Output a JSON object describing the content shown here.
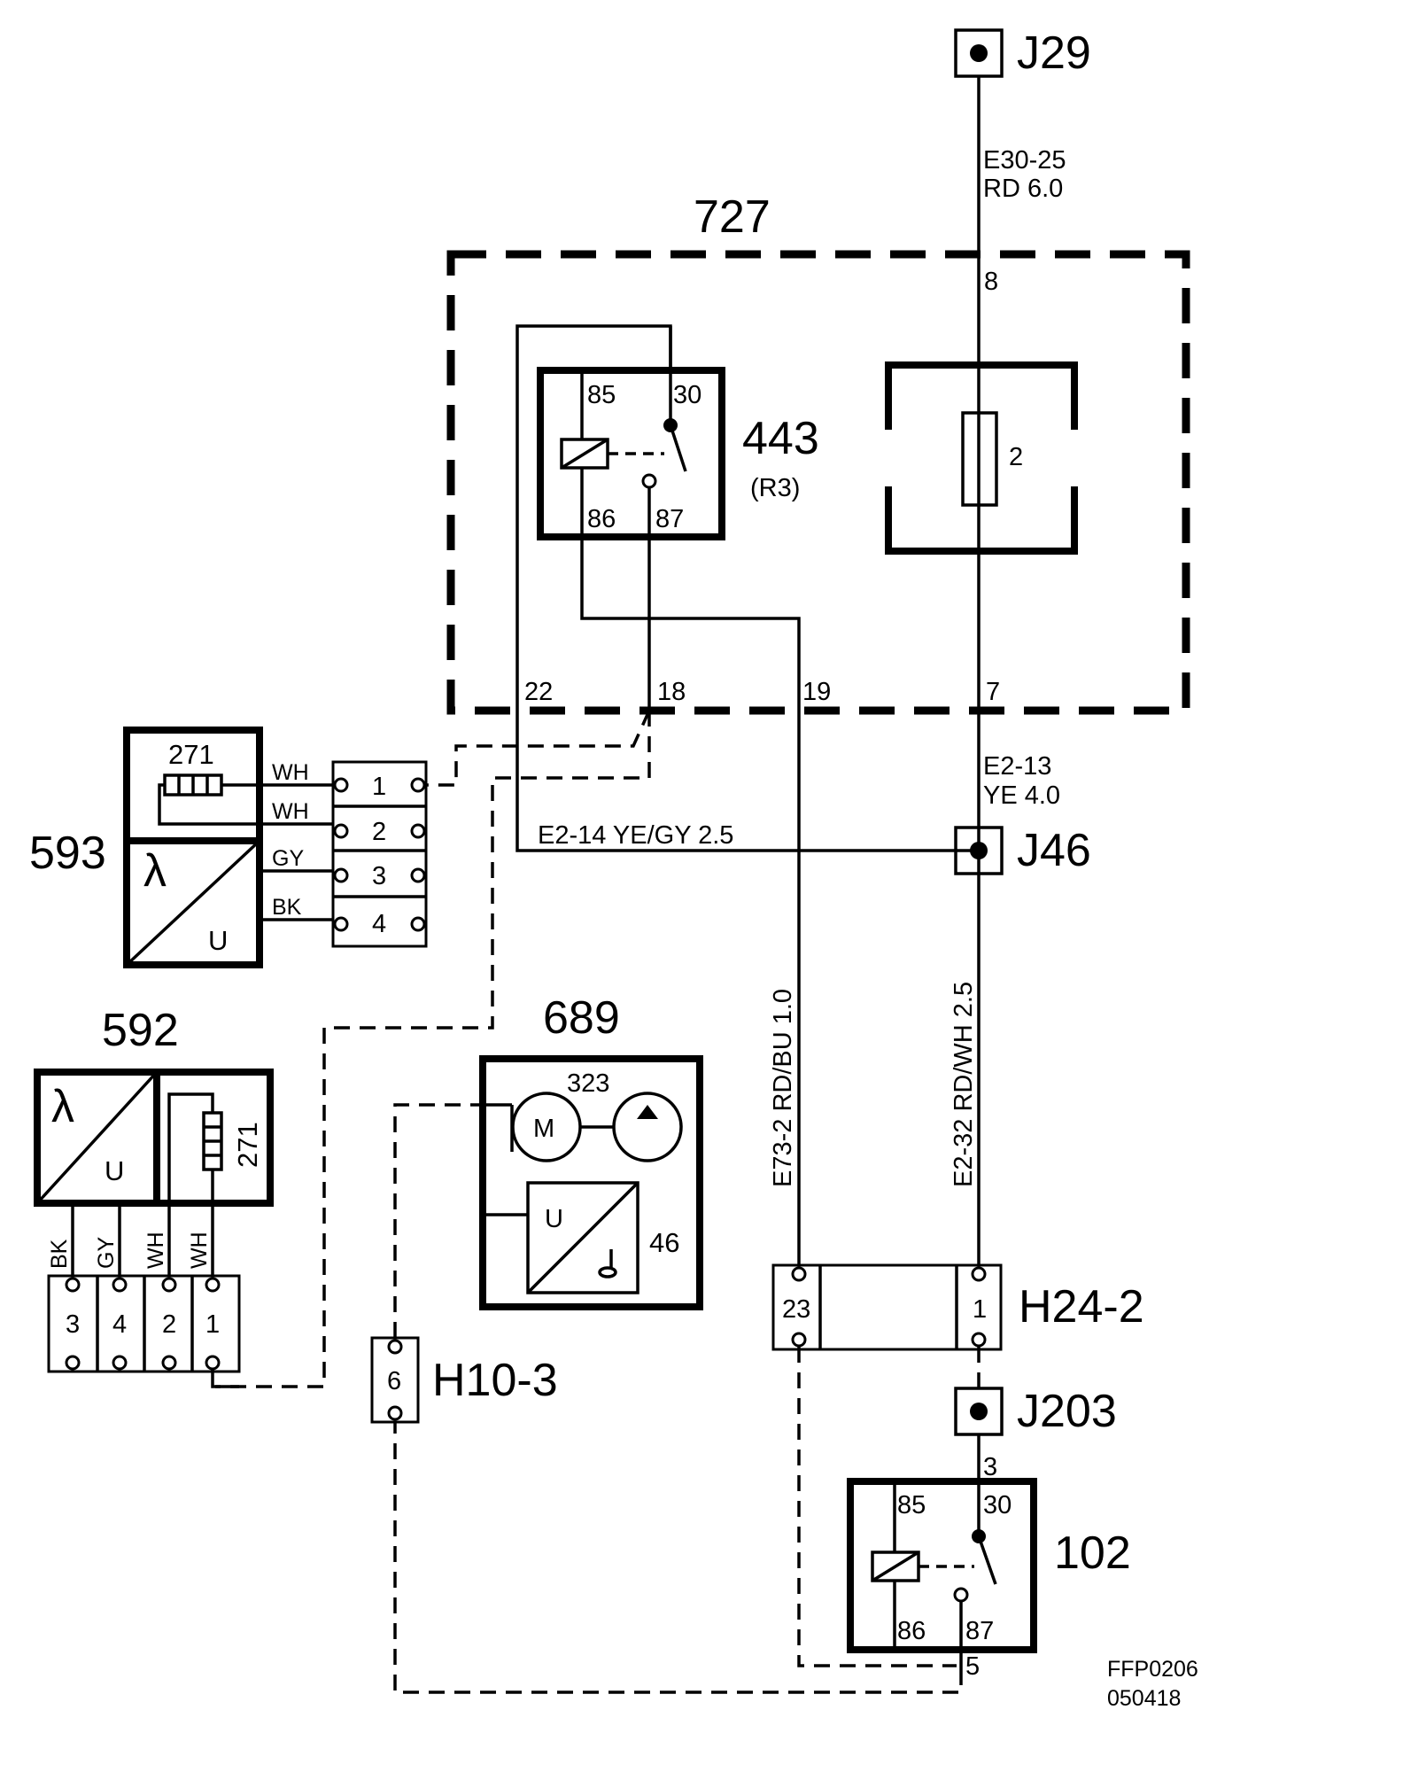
{
  "diagram": {
    "code": "FFP0206",
    "date": "050418",
    "components": {
      "j29": "J29",
      "j46": "J46",
      "j203": "J203",
      "c727": "727",
      "c443": "443",
      "c443_sub": "(R3)",
      "c102": "102",
      "c593": "593",
      "c592": "592",
      "c689": "689",
      "c323": "323",
      "c46": "46",
      "c271": "271",
      "h10_3": "H10-3",
      "h24_2": "H24-2",
      "fuse_num": "2",
      "lambda": "λ",
      "u": "U",
      "motor": "M"
    },
    "wires": {
      "e30_25": "E30-25",
      "rd_60": "RD   6.0",
      "e2_13": "E2-13",
      "ye_40": "YE  4.0",
      "e2_14": "E2-14  YE/GY  2.5",
      "rdbu": "E73-2   RD/BU  1.0",
      "rdwh": "E2-32   RD/WH 2.5",
      "wh": "WH",
      "gy": "GY",
      "bk": "BK"
    },
    "pins": {
      "p8": "8",
      "p7": "7",
      "p22": "22",
      "p18": "18",
      "p19": "19",
      "p85": "85",
      "p86": "86",
      "p87": "87",
      "p30": "30",
      "p1": "1",
      "p2": "2",
      "p3": "3",
      "p4": "4",
      "p5": "5",
      "p6": "6",
      "p23": "23"
    }
  }
}
